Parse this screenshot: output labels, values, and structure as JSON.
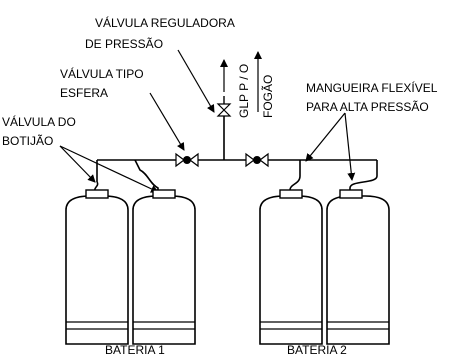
{
  "labels": {
    "regulator_line1": "VÁLVULA REGULADORA",
    "regulator_line2": "DE PRESSÃO",
    "ball_valve_line1": "VÁLVULA TIPO",
    "ball_valve_line2": "ESFERA",
    "cylinder_valve_line1": "VÁLVULA DO",
    "cylinder_valve_line2": "BOTIJÃO",
    "hose_line1": "MANGUEIRA FLEXÍVEL",
    "hose_line2": "PARA ALTA PRESSÃO",
    "glp_vertical": "GLP P / O",
    "fogao_vertical": "FOGÃO",
    "battery_1": "BATERIA 1",
    "battery_2": "BATERIA 2"
  }
}
